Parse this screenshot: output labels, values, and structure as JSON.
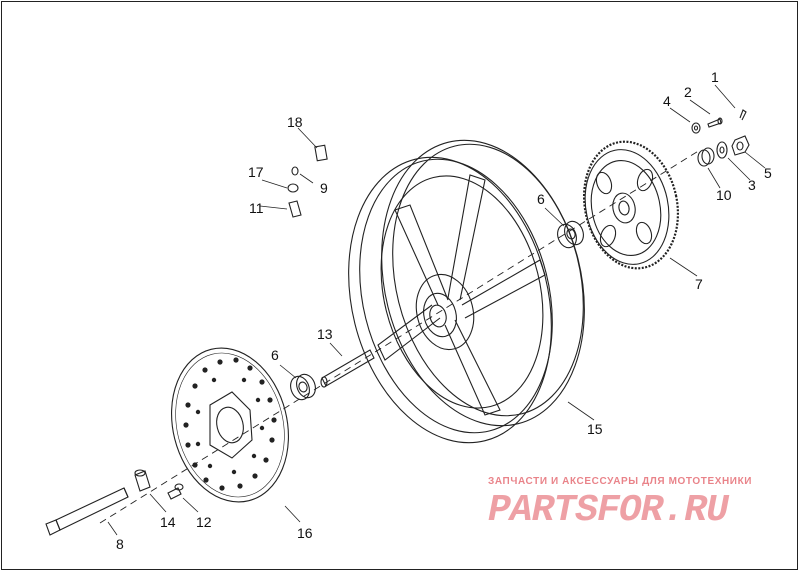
{
  "callouts": [
    {
      "id": "c1",
      "text": "1"
    },
    {
      "id": "c2",
      "text": "2"
    },
    {
      "id": "c3",
      "text": "3"
    },
    {
      "id": "c4",
      "text": "4"
    },
    {
      "id": "c5",
      "text": "5"
    },
    {
      "id": "c6a",
      "text": "6"
    },
    {
      "id": "c6b",
      "text": "6"
    },
    {
      "id": "c7",
      "text": "7"
    },
    {
      "id": "c8",
      "text": "8"
    },
    {
      "id": "c9",
      "text": "9"
    },
    {
      "id": "c10",
      "text": "10"
    },
    {
      "id": "c11",
      "text": "11"
    },
    {
      "id": "c12",
      "text": "12"
    },
    {
      "id": "c13",
      "text": "13"
    },
    {
      "id": "c14",
      "text": "14"
    },
    {
      "id": "c15",
      "text": "15"
    },
    {
      "id": "c16",
      "text": "16"
    },
    {
      "id": "c17",
      "text": "17"
    },
    {
      "id": "c18",
      "text": "18"
    }
  ],
  "watermark": {
    "caption": "ЗАПЧАСТИ И АКСЕССУАРЫ ДЛЯ МОТОТЕХНИКИ",
    "logo": "PARTSFOR.RU",
    "color": "#d81e2a"
  }
}
